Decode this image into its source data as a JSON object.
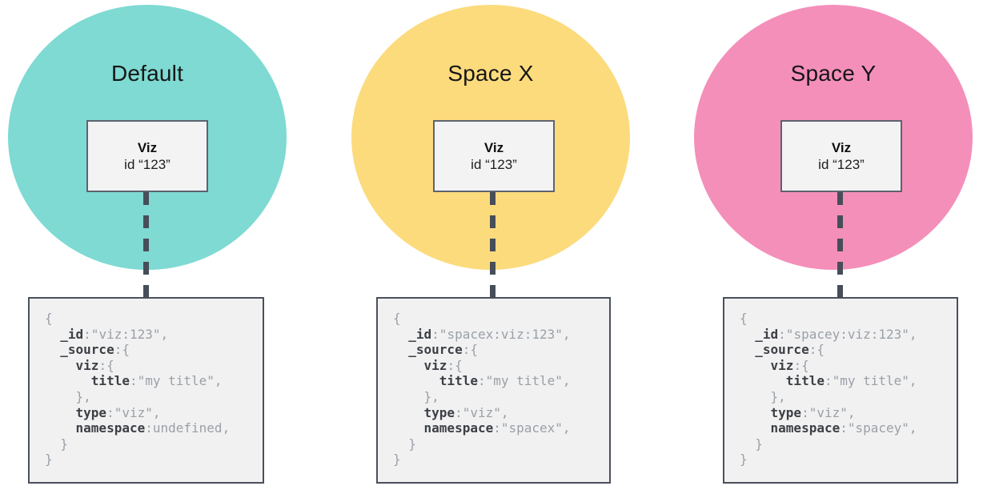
{
  "colors": {
    "dash": "#474e59",
    "viz_box_border": "#5d636e",
    "code_border": "#4a505b",
    "code_bg": "#f1f1f2",
    "code_key_text": "#3c4045",
    "code_value_text": "#9aa0a6"
  },
  "columns": [
    {
      "title": "Default",
      "circle_color": "#7edad3",
      "viz_box": {
        "name": "Viz",
        "id_line": "id “123”"
      },
      "code_lines": [
        [
          {
            "c": "v",
            "t": "{"
          }
        ],
        [
          {
            "c": "v",
            "t": "  "
          },
          {
            "c": "k",
            "t": "_id"
          },
          {
            "c": "v",
            "t": ":\"viz:123\","
          }
        ],
        [
          {
            "c": "v",
            "t": "  "
          },
          {
            "c": "k",
            "t": "_source"
          },
          {
            "c": "v",
            "t": ":{"
          }
        ],
        [
          {
            "c": "v",
            "t": "    "
          },
          {
            "c": "k",
            "t": "viz"
          },
          {
            "c": "v",
            "t": ":{"
          }
        ],
        [
          {
            "c": "v",
            "t": "      "
          },
          {
            "c": "k",
            "t": "title"
          },
          {
            "c": "v",
            "t": ":\"my title\","
          }
        ],
        [
          {
            "c": "v",
            "t": "    },"
          }
        ],
        [
          {
            "c": "v",
            "t": "    "
          },
          {
            "c": "k",
            "t": "type"
          },
          {
            "c": "v",
            "t": ":\"viz\","
          }
        ],
        [
          {
            "c": "v",
            "t": "    "
          },
          {
            "c": "k",
            "t": "namespace"
          },
          {
            "c": "v",
            "t": ":undefined,"
          }
        ],
        [
          {
            "c": "v",
            "t": "  }"
          }
        ],
        [
          {
            "c": "v",
            "t": "}"
          }
        ]
      ]
    },
    {
      "title": "Space X",
      "circle_color": "#fcdb7d",
      "viz_box": {
        "name": "Viz",
        "id_line": "id “123”"
      },
      "code_lines": [
        [
          {
            "c": "v",
            "t": "{"
          }
        ],
        [
          {
            "c": "v",
            "t": "  "
          },
          {
            "c": "k",
            "t": "_id"
          },
          {
            "c": "v",
            "t": ":\"spacex:viz:123\","
          }
        ],
        [
          {
            "c": "v",
            "t": "  "
          },
          {
            "c": "k",
            "t": "_source"
          },
          {
            "c": "v",
            "t": ":{"
          }
        ],
        [
          {
            "c": "v",
            "t": "    "
          },
          {
            "c": "k",
            "t": "viz"
          },
          {
            "c": "v",
            "t": ":{"
          }
        ],
        [
          {
            "c": "v",
            "t": "      "
          },
          {
            "c": "k",
            "t": "title"
          },
          {
            "c": "v",
            "t": ":\"my title\","
          }
        ],
        [
          {
            "c": "v",
            "t": "    },"
          }
        ],
        [
          {
            "c": "v",
            "t": "    "
          },
          {
            "c": "k",
            "t": "type"
          },
          {
            "c": "v",
            "t": ":\"viz\","
          }
        ],
        [
          {
            "c": "v",
            "t": "    "
          },
          {
            "c": "k",
            "t": "namespace"
          },
          {
            "c": "v",
            "t": ":\"spacex\","
          }
        ],
        [
          {
            "c": "v",
            "t": "  }"
          }
        ],
        [
          {
            "c": "v",
            "t": "}"
          }
        ]
      ]
    },
    {
      "title": "Space Y",
      "circle_color": "#f48fba",
      "viz_box": {
        "name": "Viz",
        "id_line": "id “123”"
      },
      "code_lines": [
        [
          {
            "c": "v",
            "t": "{"
          }
        ],
        [
          {
            "c": "v",
            "t": "  "
          },
          {
            "c": "k",
            "t": "_id"
          },
          {
            "c": "v",
            "t": ":\"spacey:viz:123\","
          }
        ],
        [
          {
            "c": "v",
            "t": "  "
          },
          {
            "c": "k",
            "t": "_source"
          },
          {
            "c": "v",
            "t": ":{"
          }
        ],
        [
          {
            "c": "v",
            "t": "    "
          },
          {
            "c": "k",
            "t": "viz"
          },
          {
            "c": "v",
            "t": ":{"
          }
        ],
        [
          {
            "c": "v",
            "t": "      "
          },
          {
            "c": "k",
            "t": "title"
          },
          {
            "c": "v",
            "t": ":\"my title\","
          }
        ],
        [
          {
            "c": "v",
            "t": "    },"
          }
        ],
        [
          {
            "c": "v",
            "t": "    "
          },
          {
            "c": "k",
            "t": "type"
          },
          {
            "c": "v",
            "t": ":\"viz\","
          }
        ],
        [
          {
            "c": "v",
            "t": "    "
          },
          {
            "c": "k",
            "t": "namespace"
          },
          {
            "c": "v",
            "t": ":\"spacey\","
          }
        ],
        [
          {
            "c": "v",
            "t": "  }"
          }
        ],
        [
          {
            "c": "v",
            "t": "}"
          }
        ]
      ]
    }
  ]
}
